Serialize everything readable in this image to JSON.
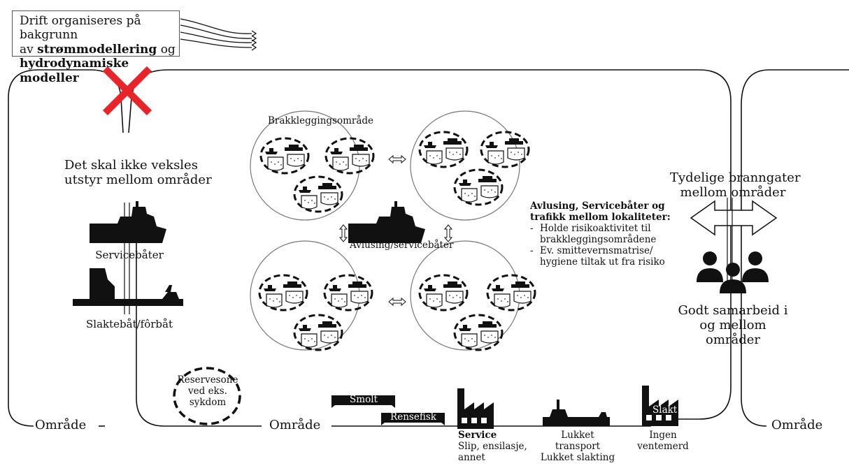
{
  "top_note": {
    "line1": "Drift organiseres på bakgrunn",
    "line2_pre": "av ",
    "line2_bold": "strømmodellering",
    "line2_post": " og",
    "line3_bold": "hydrodynamiske modeller"
  },
  "left": {
    "no_exchange_line1": "Det skal ikke veksles",
    "no_exchange_line2": "utstyr mellom områder",
    "service_boats": "Servicebåter",
    "slaughter_boat": "Slaktebåt/fôrbåt",
    "reserve_line1": "Reservesone",
    "reserve_line2": "ved eks.",
    "reserve_line3": "sykdom"
  },
  "center": {
    "fallow_area": "Brakkleggingsområde",
    "delousing": "Avlusing/servicebåter"
  },
  "risk": {
    "heading_line1": "Avlusing, Servicebåter og",
    "heading_line2": "trafikk mellom lokaliteter:",
    "items": [
      {
        "line1": "Holde risikoaktivitet til",
        "line2": "brakkleggingsområdene"
      },
      {
        "line1": "Ev. smittevernsmatrise/",
        "line2": "hygiene tiltak ut fra risiko"
      }
    ]
  },
  "right": {
    "firebreak_line1": "Tydelige branngater",
    "firebreak_line2": "mellom områder",
    "coop_line1": "Godt samarbeid i",
    "coop_line2": "og mellom",
    "coop_line3": "områder"
  },
  "areas": {
    "left": "Område",
    "middle": "Område",
    "right": "Område"
  },
  "bottom": {
    "smolt": "Smolt",
    "cleanerfish": "Rensefisk",
    "service_title": "Service",
    "service_line2": "Slip, ensilasje,",
    "service_line3": "annet",
    "closed_line1": "Lukket",
    "closed_line2": "transport",
    "closed_line3": "Lukket slakting",
    "slaughter_label": "Slakt",
    "no_wait_line1": "Ingen",
    "no_wait_line2": "ventemerd"
  },
  "colors": {
    "cross": "#e8242b",
    "line": "#111111",
    "circle": "#777777"
  }
}
